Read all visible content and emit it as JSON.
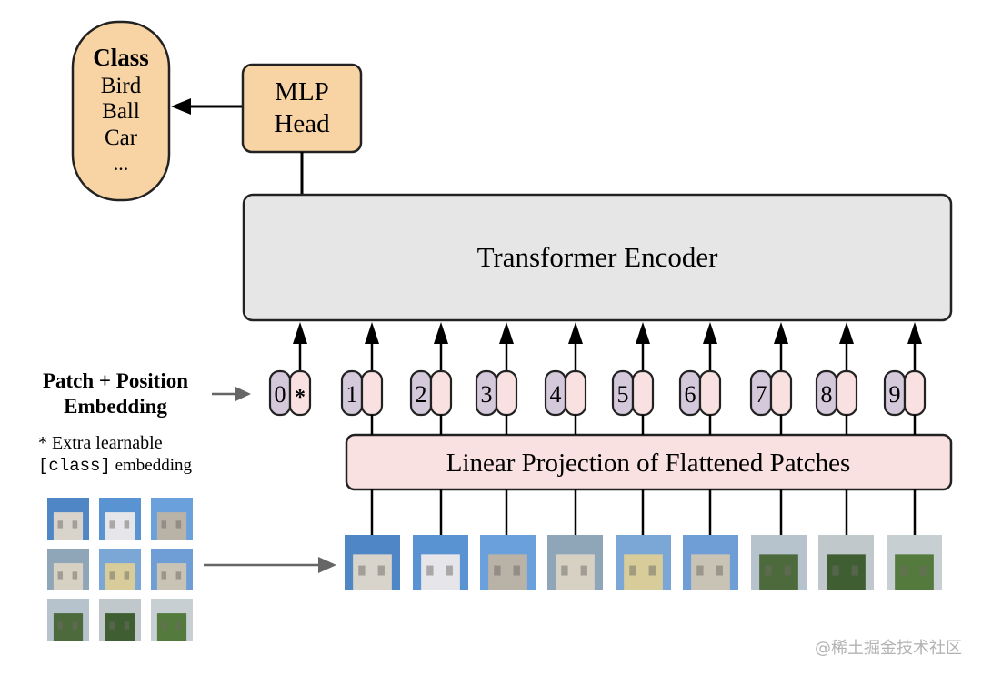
{
  "class_box": {
    "title": "Class",
    "items": [
      "Bird",
      "Ball",
      "Car",
      "..."
    ]
  },
  "mlp_head": {
    "line1": "MLP",
    "line2": "Head"
  },
  "encoder": {
    "label": "Transformer Encoder"
  },
  "embedding_label": {
    "line1": "Patch + Position",
    "line2": "Embedding"
  },
  "footnote": {
    "line1": "* Extra learnable",
    "code": "[class]",
    "rest": " embedding"
  },
  "tokens": [
    "0",
    "1",
    "2",
    "3",
    "4",
    "5",
    "6",
    "7",
    "8",
    "9"
  ],
  "class_token_marker": "*",
  "projection": {
    "label": "Linear Projection of Flattened Patches"
  },
  "patch_colors": [
    [
      "#4f86c6",
      "#d8d4cc"
    ],
    [
      "#5a93d2",
      "#e6e6ea"
    ],
    [
      "#6aa0dc",
      "#b9b2a6"
    ],
    [
      "#8fa6b8",
      "#d7d1c4"
    ],
    [
      "#7aa7d6",
      "#d8cc9a"
    ],
    [
      "#6f9ed6",
      "#c9c3b5"
    ],
    [
      "#b7c3cc",
      "#4c6a3c"
    ],
    [
      "#c0c8cc",
      "#3f5f33"
    ],
    [
      "#c8cfd2",
      "#557a3d"
    ]
  ],
  "colors": {
    "orange": "#f8d4a4",
    "gray": "#e6e6e6",
    "pink": "#f9e1e1",
    "purple": "#d4c8db"
  },
  "watermark": "@稀土掘金技术社区"
}
